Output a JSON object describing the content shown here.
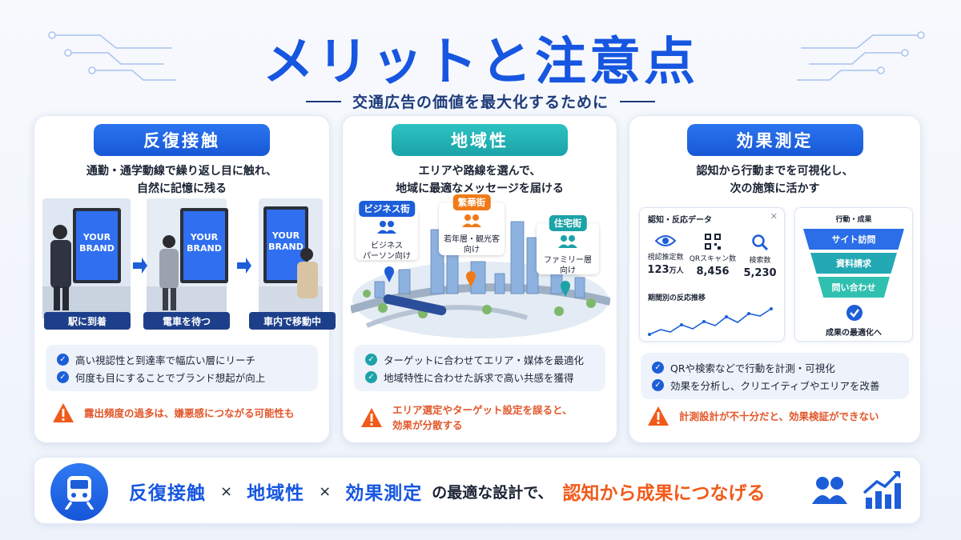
{
  "title": "メリットと注意点",
  "subtitle": "交通広告の価値を最大化するために",
  "cards": [
    {
      "heading": "反復接触",
      "desc_line1": "通勤・通学動線で繰り返し目に触れ、",
      "desc_line2": "自然に記憶に残る",
      "brand_text_1": "YOUR",
      "brand_text_2": "BRAND",
      "scenes": [
        "駅に到着",
        "電車を待つ",
        "車内で移動中"
      ],
      "checks": [
        "高い視認性と到達率で幅広い層にリーチ",
        "何度も目にすることでブランド想起が向上"
      ],
      "warning": "露出頻度の過多は、嫌悪感につながる可能性も"
    },
    {
      "heading": "地域性",
      "desc_line1": "エリアや路線を選んで、",
      "desc_line2": "地域に最適なメッセージを届ける",
      "tags": [
        {
          "head": "ビジネス街",
          "line1": "ビジネス",
          "line2": "パーソン向け",
          "color": "#1d5ed8"
        },
        {
          "head": "繁華街",
          "line1": "若年層・観光客",
          "line2": "向け",
          "color": "#f07a1a"
        },
        {
          "head": "住宅街",
          "line1": "ファミリー層",
          "line2": "向け",
          "color": "#1ba3a8"
        }
      ],
      "checks": [
        "ターゲットに合わせてエリア・媒体を最適化",
        "地域特性に合わせた訴求で高い共感を獲得"
      ],
      "warning_line1": "エリア選定やターゲット設定を誤ると、",
      "warning_line2": "効果が分散する"
    },
    {
      "heading": "効果測定",
      "desc_line1": "認知から行動までを可視化し、",
      "desc_line2": "次の施策に活かす",
      "panel_title": "認知・反応データ",
      "kpis": [
        {
          "label": "視認推定数",
          "value": "123",
          "unit": "万人",
          "icon": "eye-icon"
        },
        {
          "label": "QRスキャン数",
          "value": "8,456",
          "unit": "",
          "icon": "qr-code-icon"
        },
        {
          "label": "検索数",
          "value": "5,230",
          "unit": "",
          "icon": "search-icon"
        }
      ],
      "trend_label": "期間別の反応推移",
      "funnel_title": "行動・成果",
      "funnel_steps": [
        "サイト訪問",
        "資料請求",
        "問い合わせ"
      ],
      "funnel_result": "成果の最適化へ",
      "checks": [
        "QRや検索などで行動を計測・可視化",
        "効果を分析し、クリエイティブやエリアを改善"
      ],
      "warning": "計測設計が不十分だと、効果検証ができない"
    }
  ],
  "bottom": {
    "kw1": "反復接触",
    "x1": "×",
    "kw2": "地域性",
    "x2": "×",
    "kw3": "効果測定",
    "mid": "の最適な設計で、",
    "highlight": "認知から成果につなげる"
  },
  "colors": {
    "primary": "#1656e0",
    "teal": "#1ba3a8",
    "orange": "#f05a1a",
    "navy": "#1d3f8a"
  }
}
